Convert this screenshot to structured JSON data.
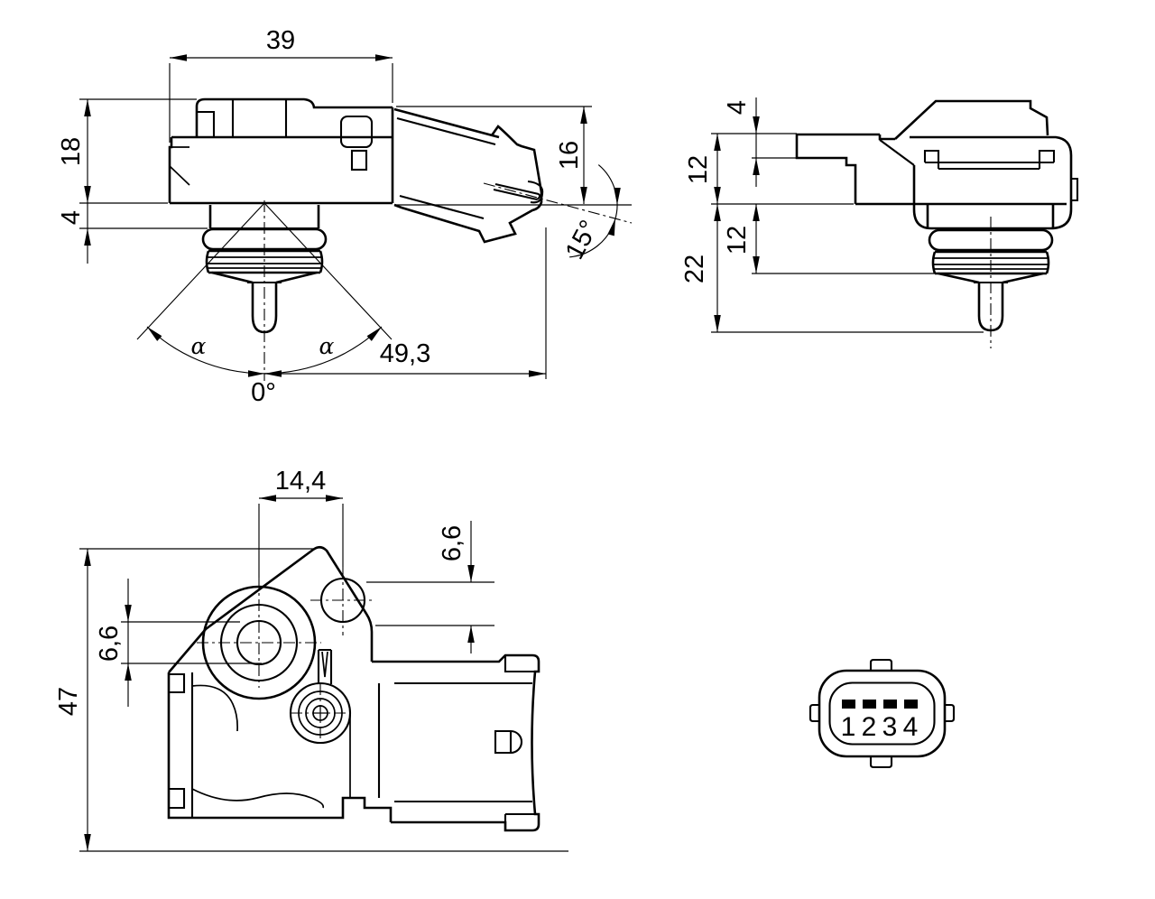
{
  "drawing": {
    "background_color": "#ffffff",
    "line_color": "#000000",
    "side_view": {
      "body_width": "39",
      "body_height": "18",
      "hex_height": "4",
      "connector_height": "16",
      "connector_angle": "15°",
      "tip_to_connector_end": "49,3",
      "zero_reference": "0°",
      "swing_angle_left": "α",
      "swing_angle_right": "α"
    },
    "rear_view": {
      "tab_thickness": "4",
      "upper_height": "12",
      "lower_height": "12",
      "probe_depth": "22"
    },
    "top_view": {
      "hole_offset": "14,4",
      "hole_diameter_right": "6,6",
      "hole_diameter_left": "6,6",
      "overall_height": "47"
    },
    "pinout": {
      "pins": [
        "1",
        "2",
        "3",
        "4"
      ]
    }
  }
}
